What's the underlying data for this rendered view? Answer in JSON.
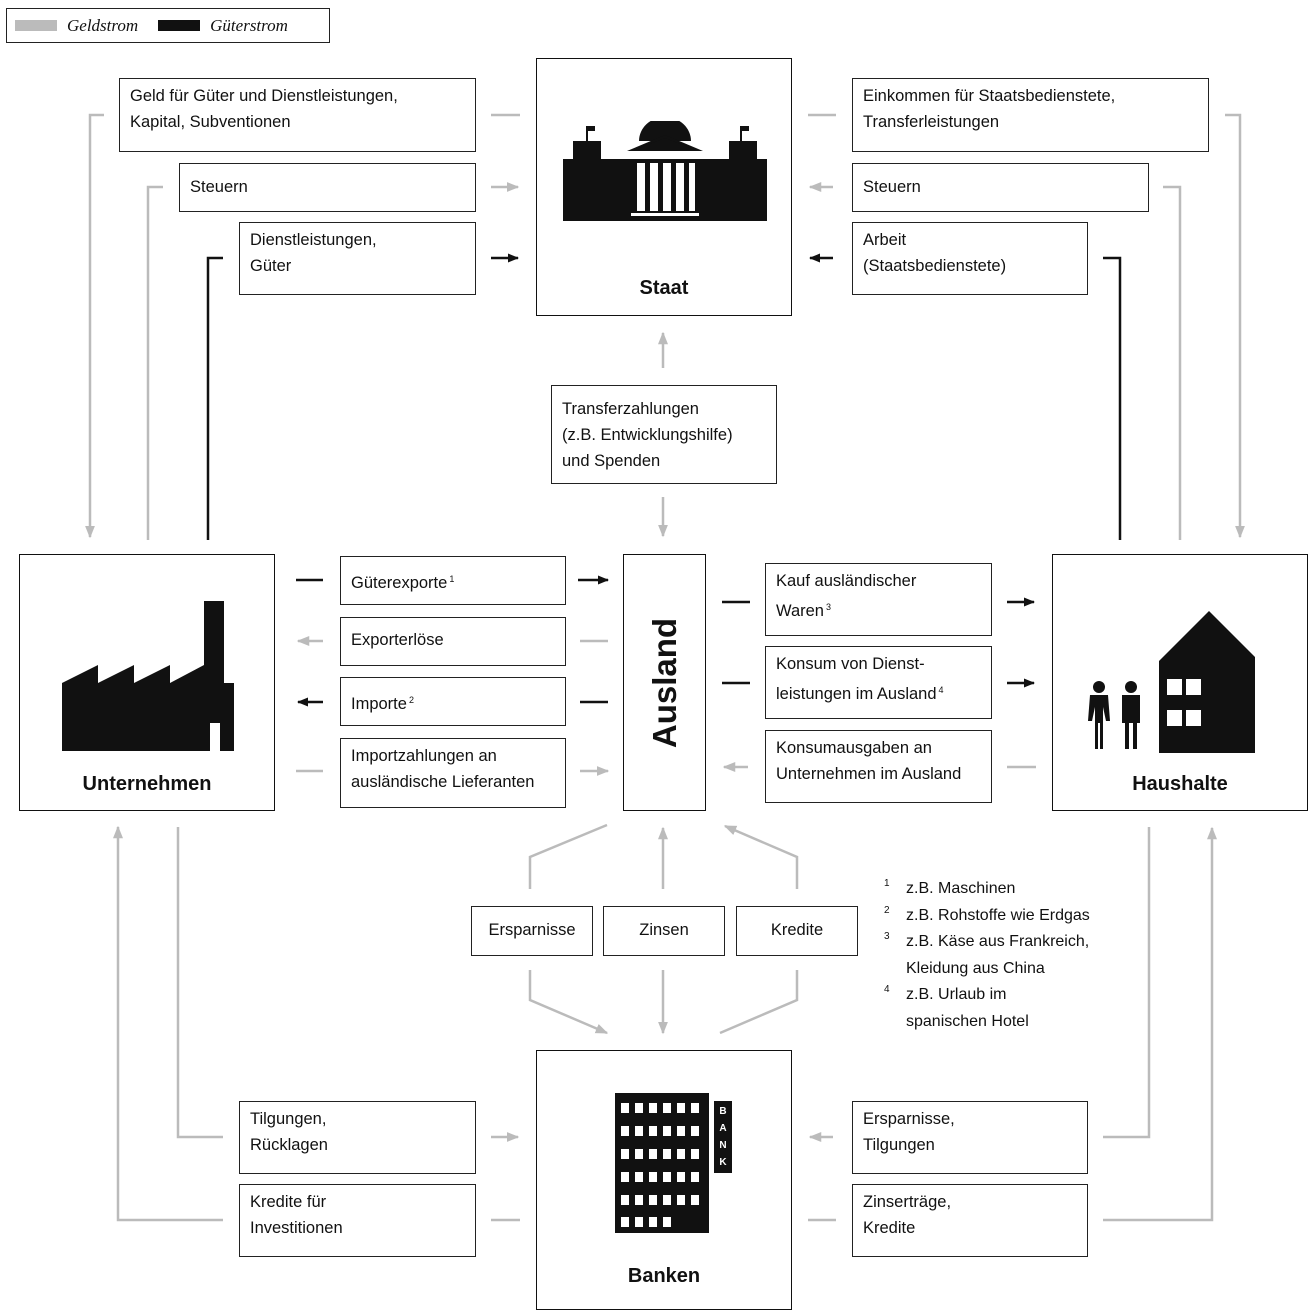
{
  "colors": {
    "geld": "#bbbbbb",
    "gueter": "#111111"
  },
  "legend": {
    "geld": "Geldstrom",
    "gueter": "Güterstrom"
  },
  "nodes": {
    "staat": "Staat",
    "ausland": "Ausland",
    "unternehmen": "Unternehmen",
    "haushalte": "Haushalte",
    "banken": "Banken",
    "bank_sign": [
      "B",
      "A",
      "N",
      "K"
    ]
  },
  "flows": {
    "geld_gueter": [
      "Geld für Güter und Dienstleistungen,",
      "Kapital, Subventionen"
    ],
    "steuern_left": "Steuern",
    "dienstleistungen": [
      "Dienstleistungen,",
      "Güter"
    ],
    "einkommen": [
      "Einkommen für Staatsbedienstete,",
      "Transferleistungen"
    ],
    "steuern_right": "Steuern",
    "arbeit": [
      "Arbeit",
      "(Staatsbedienstete)"
    ],
    "transfer": [
      "Transferzahlungen",
      "(z.B. Entwicklungshilfe)",
      "und Spenden"
    ],
    "gueterexporte": "Güterexporte",
    "gueterexporte_note": "1",
    "exporterloese": "Exporterlöse",
    "importe": "Importe",
    "importe_note": "2",
    "importzahlungen": [
      "Importzahlungen an",
      "ausländische Lieferanten"
    ],
    "kauf": [
      "Kauf ausländischer",
      "Waren"
    ],
    "kauf_note": "3",
    "konsum": [
      "Konsum von Dienst-",
      "leistungen im Ausland"
    ],
    "konsum_note": "4",
    "konsumausgaben": [
      "Konsumausgaben an",
      "Unternehmen im Ausland"
    ],
    "ersparnisse": "Ersparnisse",
    "zinsen": "Zinsen",
    "kredite": "Kredite",
    "tilgungen": [
      "Tilgungen,",
      "Rücklagen"
    ],
    "kredite_inv": [
      "Kredite für",
      "Investitionen"
    ],
    "ersparnisse_tilg": [
      "Ersparnisse,",
      "Tilgungen"
    ],
    "zinsertraege": [
      "Zinserträge,",
      "Kredite"
    ]
  },
  "footnotes": [
    {
      "n": "1",
      "lines": [
        "z.B. Maschinen"
      ]
    },
    {
      "n": "2",
      "lines": [
        "z.B. Rohstoffe wie Erdgas"
      ]
    },
    {
      "n": "3",
      "lines": [
        "z.B. Käse aus Frankreich,",
        "Kleidung aus China"
      ]
    },
    {
      "n": "4",
      "lines": [
        "z.B. Urlaub im",
        "spanischen Hotel"
      ]
    }
  ]
}
